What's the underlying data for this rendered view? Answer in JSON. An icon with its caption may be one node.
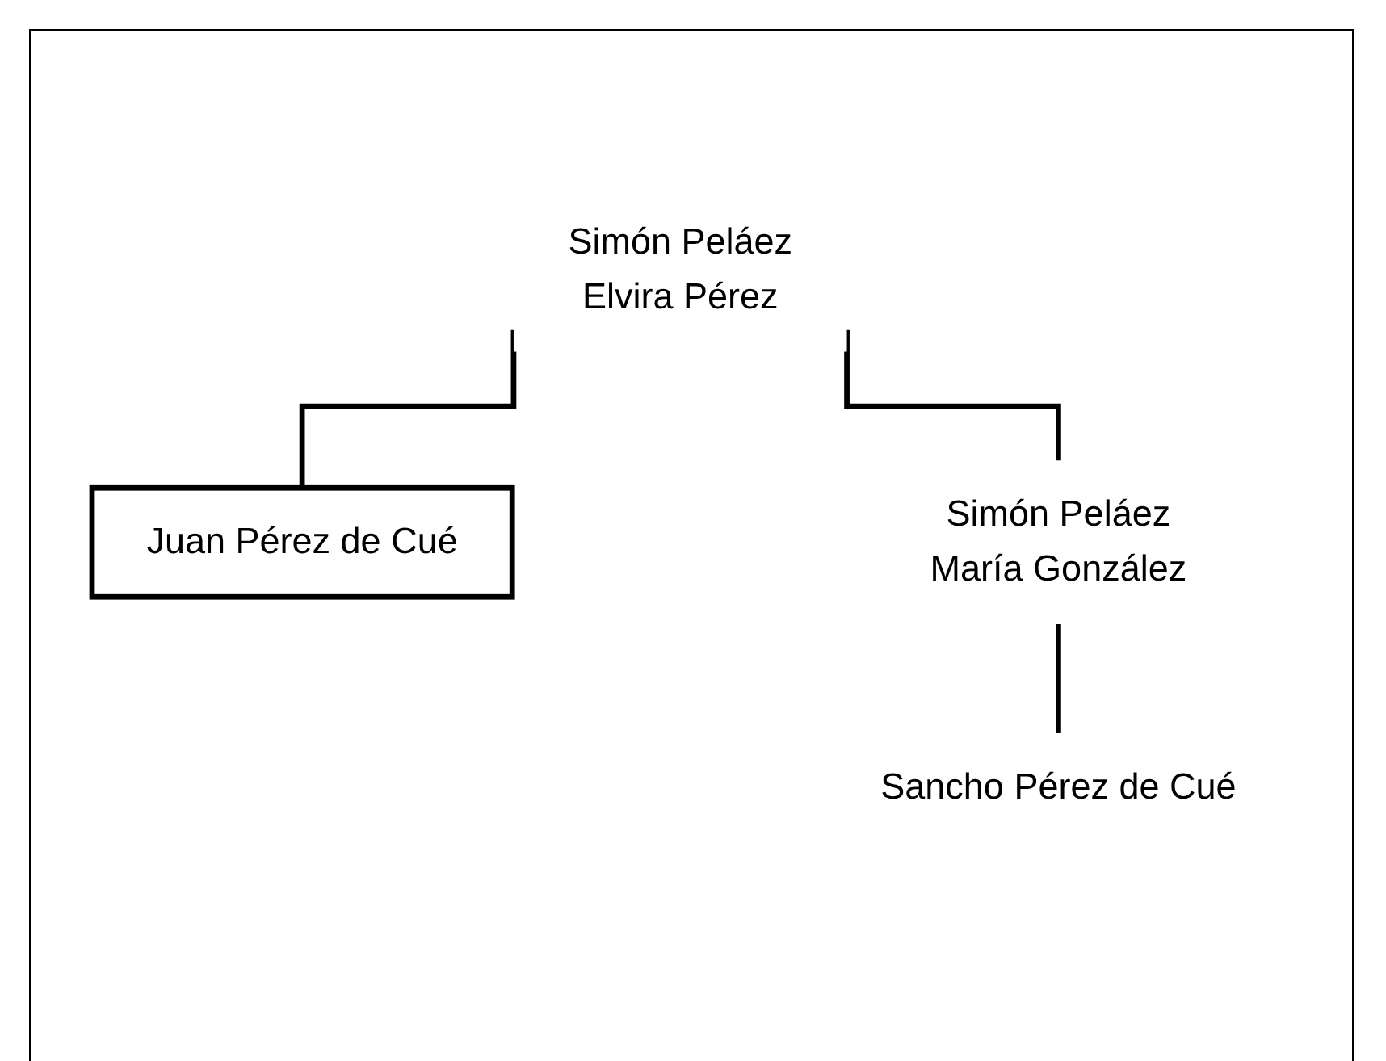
{
  "diagram": {
    "nodes": [
      {
        "text": [
          "Simón Peláez",
          "Elvira Pérez"
        ]
      },
      {
        "text": [
          "Juan Pérez de Cué"
        ]
      },
      {
        "text": [
          "Simón Peláez",
          "María González"
        ]
      },
      {
        "text": [
          "Sancho Pérez de Cué"
        ]
      }
    ],
    "edges": [
      {
        "from": 0,
        "to": 1,
        "arrow": "none"
      },
      {
        "from": 0,
        "to": 2,
        "arrow": "none"
      },
      {
        "from": 2,
        "to": 3,
        "arrow": "none"
      }
    ]
  }
}
